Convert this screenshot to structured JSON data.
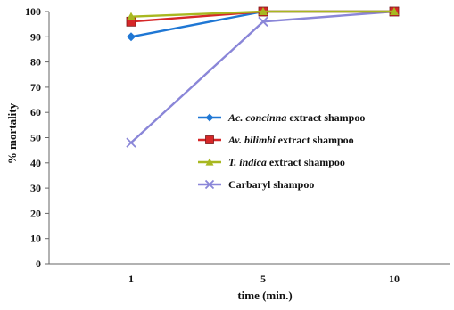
{
  "chart_data": {
    "type": "line",
    "xlabel": "time (min.)",
    "ylabel": "% mortality",
    "categories": [
      "1",
      "5",
      "10"
    ],
    "ylim": [
      0,
      100
    ],
    "yticks": [
      0,
      10,
      20,
      30,
      40,
      50,
      60,
      70,
      80,
      90,
      100
    ],
    "grid": false,
    "legend_position": "center-right",
    "series": [
      {
        "name_italic": "Ac. concinna",
        "name_rest": " extract shampoo",
        "color": "#1f77d4",
        "marker": "diamond",
        "values": [
          90,
          100,
          100
        ]
      },
      {
        "name_italic": "Av. bilimbi",
        "name_rest": " extract shampoo",
        "color": "#d62728",
        "marker": "square",
        "values": [
          96,
          100,
          100
        ]
      },
      {
        "name_italic": "T. indica",
        "name_rest": " extract shampoo",
        "color": "#a8b820",
        "marker": "triangle",
        "values": [
          98,
          100,
          100
        ]
      },
      {
        "name_italic": "",
        "name_rest": "Carbaryl shampoo",
        "color": "#8a86d8",
        "marker": "x",
        "values": [
          48,
          96,
          100
        ]
      }
    ]
  }
}
